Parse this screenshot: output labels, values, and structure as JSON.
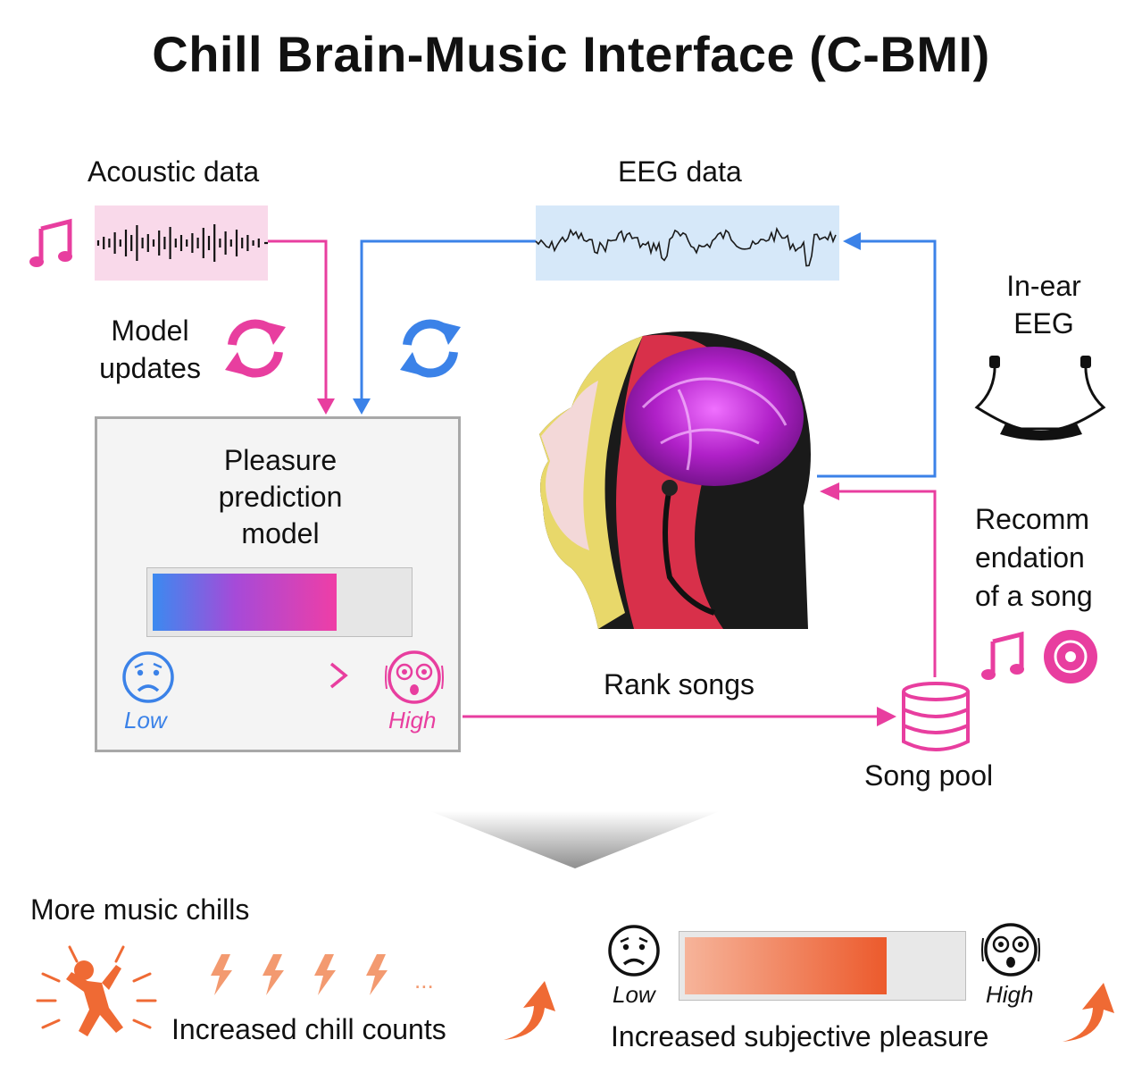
{
  "title": "Chill Brain-Music Interface (C-BMI)",
  "acoustic": {
    "label": "Acoustic data",
    "icon": "music-note-icon"
  },
  "eeg": {
    "label": "EEG data"
  },
  "model_updates": {
    "line1": "Model",
    "line2": "updates",
    "icon": "refresh-icon"
  },
  "in_ear": {
    "line1": "In-ear",
    "line2": "EEG",
    "icon": "earphones-icon"
  },
  "model": {
    "line1": "Pleasure",
    "line2": "prediction",
    "line3": "model",
    "bar_level": 0.72,
    "low_label": "Low",
    "high_label": "High"
  },
  "recommendation": {
    "line1": "Recomm",
    "line2": "endation",
    "line3": "of a song"
  },
  "rank_songs": "Rank songs",
  "song_pool": "Song pool",
  "outcome": {
    "chills_heading": "More music chills",
    "chill_counts": "Increased chill counts",
    "ellipsis": "...",
    "pleasure_bar_level": 0.73,
    "low_label": "Low",
    "high_label": "High",
    "pleasure": "Increased subjective pleasure"
  },
  "colors": {
    "magenta": "#e83e9f",
    "blue": "#3b82e8",
    "orange": "#ef6a34"
  }
}
